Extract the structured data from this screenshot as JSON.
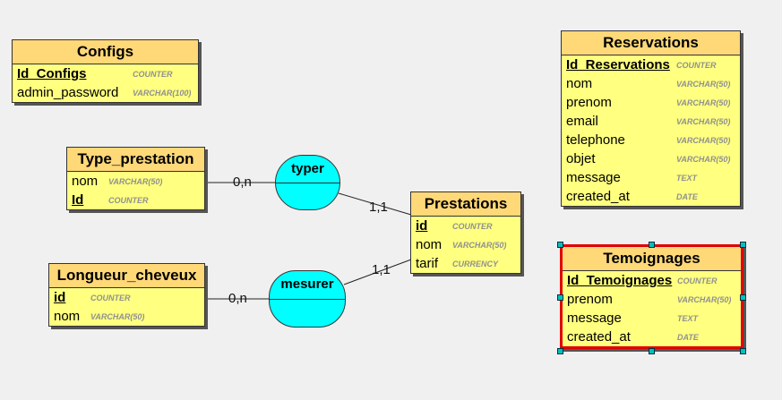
{
  "entities": {
    "configs": {
      "title": "Configs",
      "attrs": [
        {
          "name": "Id_Configs",
          "type": "COUNTER"
        },
        {
          "name": "admin_password",
          "type": "VARCHAR(100)"
        }
      ]
    },
    "type_prestation": {
      "title": "Type_prestation",
      "attrs": [
        {
          "name": "nom",
          "type": "VARCHAR(50)"
        },
        {
          "name": "Id",
          "type": "COUNTER"
        }
      ]
    },
    "longueur_cheveux": {
      "title": "Longueur_cheveux",
      "attrs": [
        {
          "name": "id",
          "type": "COUNTER"
        },
        {
          "name": "nom",
          "type": "VARCHAR(50)"
        }
      ]
    },
    "prestations": {
      "title": "Prestations",
      "attrs": [
        {
          "name": "id",
          "type": "COUNTER"
        },
        {
          "name": "nom",
          "type": "VARCHAR(50)"
        },
        {
          "name": "tarif",
          "type": "CURRENCY"
        }
      ]
    },
    "reservations": {
      "title": "Reservations",
      "attrs": [
        {
          "name": "Id_Reservations",
          "type": "COUNTER"
        },
        {
          "name": "nom",
          "type": "VARCHAR(50)"
        },
        {
          "name": "prenom",
          "type": "VARCHAR(50)"
        },
        {
          "name": "email",
          "type": "VARCHAR(50)"
        },
        {
          "name": "telephone",
          "type": "VARCHAR(50)"
        },
        {
          "name": "objet",
          "type": "VARCHAR(50)"
        },
        {
          "name": "message",
          "type": "TEXT"
        },
        {
          "name": "created_at",
          "type": "DATE"
        }
      ]
    },
    "temoignages": {
      "title": "Temoignages",
      "attrs": [
        {
          "name": "Id_Temoignages",
          "type": "COUNTER"
        },
        {
          "name": "prenom",
          "type": "VARCHAR(50)"
        },
        {
          "name": "message",
          "type": "TEXT"
        },
        {
          "name": "created_at",
          "type": "DATE"
        }
      ]
    }
  },
  "associations": {
    "typer": {
      "title": "typer"
    },
    "mesurer": {
      "title": "mesurer"
    }
  },
  "cardinalities": {
    "typer_type_prestation": "0,n",
    "typer_prestations": "1,1",
    "mesurer_longueur_cheveux": "0,n",
    "mesurer_prestations": "1,1"
  },
  "colors": {
    "entity_body": "#ffff80",
    "entity_header": "#ffd878",
    "association": "#00ffff",
    "selection": "#e00000"
  }
}
